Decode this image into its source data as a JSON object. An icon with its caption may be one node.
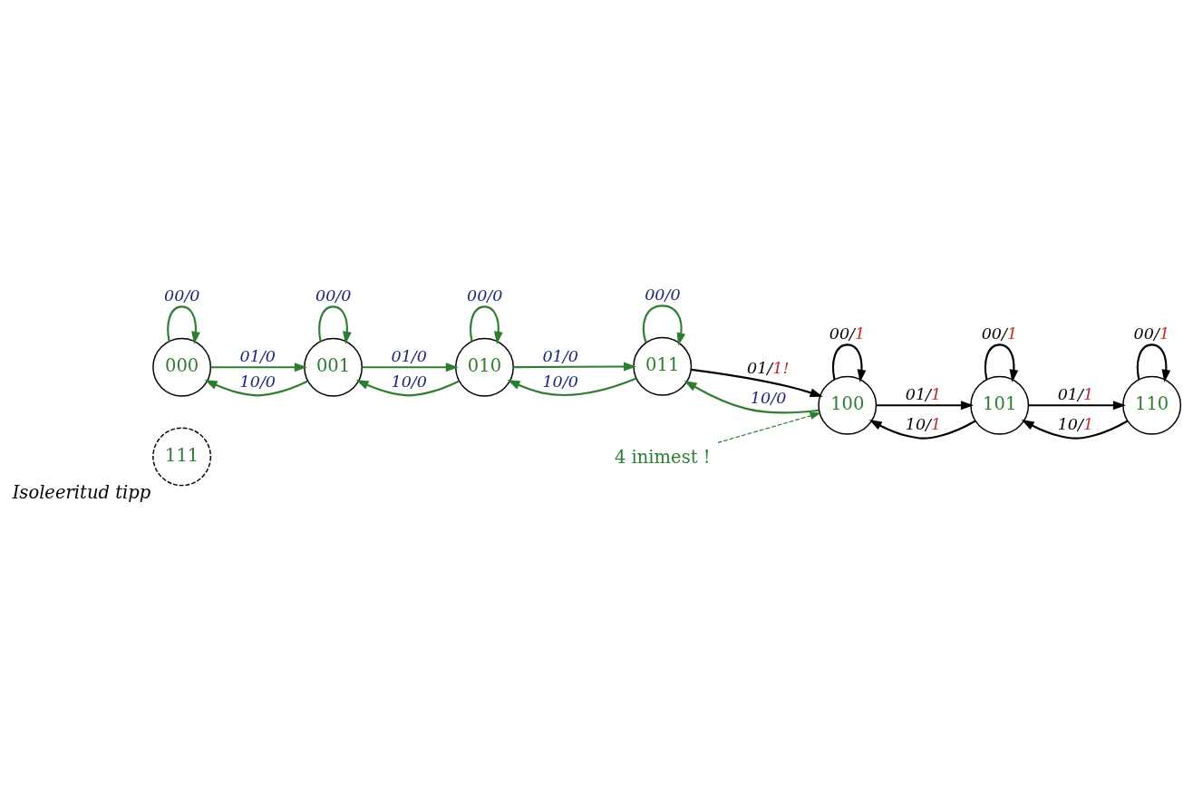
{
  "diagram": {
    "nodes": [
      {
        "text": [
          "111"
        ],
        "beside": [
          "Isoleeritud tipp"
        ]
      },
      {
        "text": [
          "000"
        ]
      },
      {
        "text": [
          "001"
        ]
      },
      {
        "text": [
          "010"
        ]
      },
      {
        "text": [
          "110"
        ]
      },
      {
        "text": [
          "101"
        ]
      },
      {
        "text": [
          "100"
        ]
      },
      {
        "text": [
          "011"
        ]
      },
      {
        "text": [
          "4 inimest !"
        ]
      }
    ],
    "edges": [
      {
        "from": 1,
        "to": 1,
        "arrow": "to",
        "label": "00/0"
      },
      {
        "from": 1,
        "to": 2,
        "arrow": "to",
        "label": "01/0"
      },
      {
        "from": 2,
        "to": 1,
        "arrow": "to",
        "label": "10/0"
      },
      {
        "from": 2,
        "to": 2,
        "arrow": "to",
        "label": "00/0"
      },
      {
        "from": 2,
        "to": 3,
        "arrow": "to",
        "label": "01/0"
      },
      {
        "from": 3,
        "to": 2,
        "arrow": "to",
        "label": "10/0"
      },
      {
        "from": 3,
        "to": 3,
        "arrow": "to",
        "label": "00/0"
      },
      {
        "from": 3,
        "to": 7,
        "arrow": "to",
        "label": "01/0"
      },
      {
        "from": 7,
        "to": 3,
        "arrow": "to",
        "label": "10/0"
      },
      {
        "from": 7,
        "to": 7,
        "arrow": "to",
        "label": "00/0"
      },
      {
        "from": 6,
        "to": 7,
        "arrow": "to",
        "label": "10/0"
      },
      {
        "from": 7,
        "to": 6,
        "arrow": "to",
        "label": "01/1!",
        "color": "#000000"
      },
      {
        "from": 5,
        "to": 6,
        "arrow": "to",
        "label": "10/1",
        "color": "#000000"
      },
      {
        "from": 6,
        "to": 5,
        "arrow": "to",
        "label": "01/1",
        "color": "#000000"
      },
      {
        "from": 6,
        "to": 6,
        "arrow": "to",
        "label": "00/1",
        "color": "#000000"
      },
      {
        "from": 5,
        "to": 5,
        "arrow": "to",
        "label": "00/1",
        "color": "#000000"
      },
      {
        "from": 4,
        "to": 5,
        "arrow": "to",
        "label": "10/1",
        "color": "#000000"
      },
      {
        "from": 5,
        "to": 4,
        "arrow": "to",
        "label": "01/1",
        "color": "#000000"
      },
      {
        "from": 4,
        "to": 4,
        "arrow": "to",
        "label": "00/1",
        "color": "#000000"
      },
      {
        "from": 8,
        "to": 6,
        "arrow": "to",
        "style": "dashed"
      }
    ]
  }
}
